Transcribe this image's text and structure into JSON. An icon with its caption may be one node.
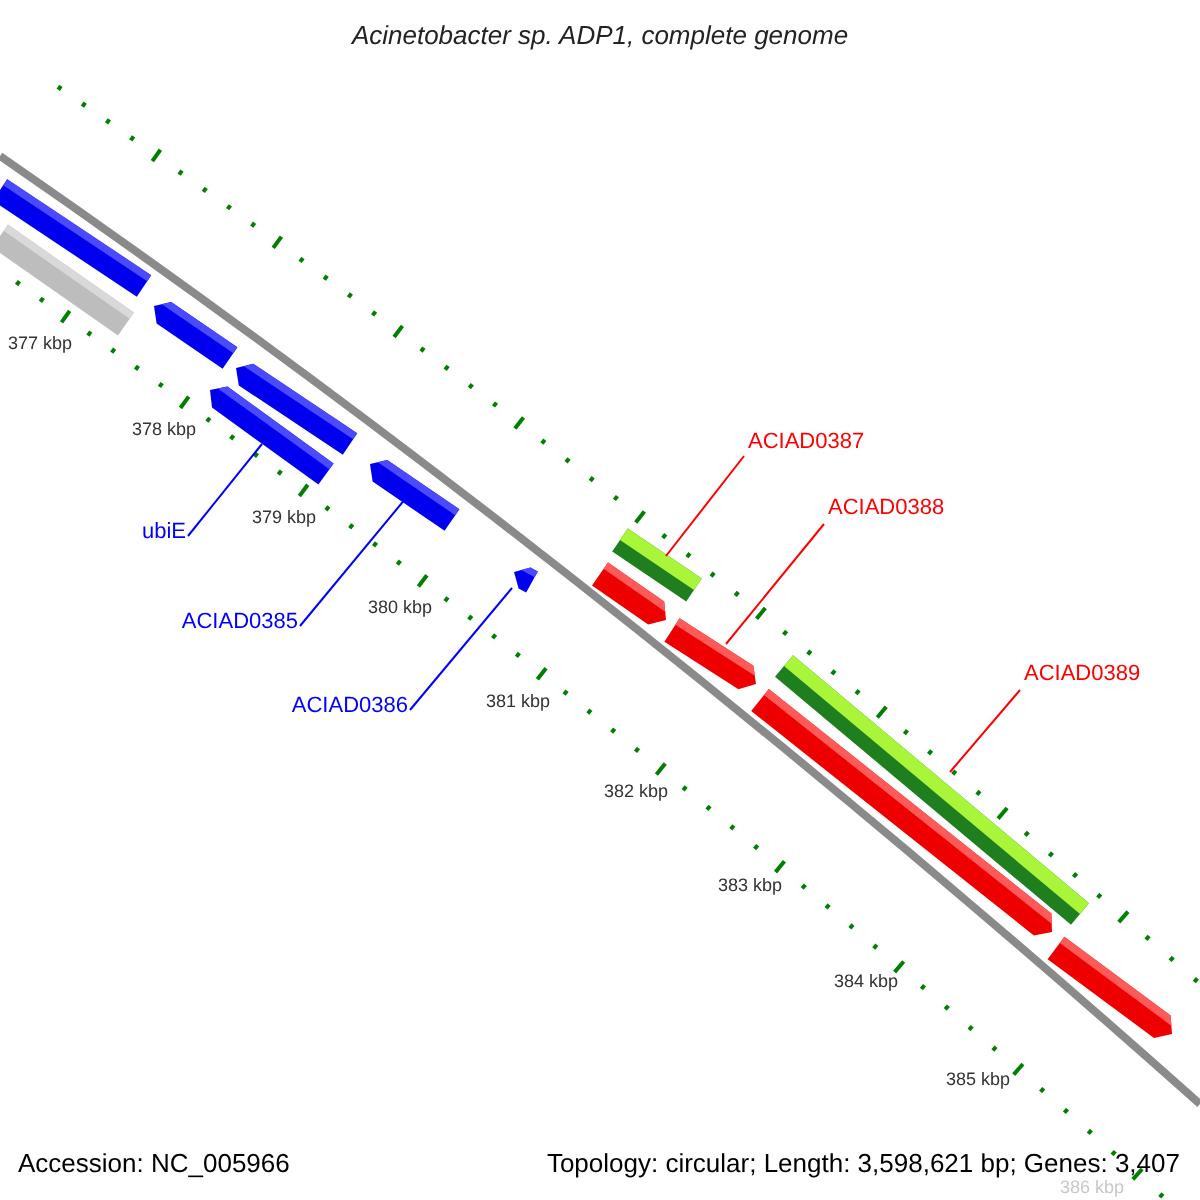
{
  "diagram": {
    "title": "Acinetobacter sp. ADP1, complete genome",
    "nodes": [
      {
        "text": [
          "ubiE"
        ]
      },
      {
        "text": [],
        "shape": "bar"
      },
      {
        "text": [
          "ACIAD0385"
        ]
      },
      {
        "text": [],
        "shape": "bar"
      },
      {
        "text": [
          "ACIAD0386"
        ]
      },
      {
        "text": [],
        "shape": "bar"
      },
      {
        "text": [
          "ACIAD0387"
        ]
      },
      {
        "text": [],
        "shape": "bar"
      },
      {
        "text": [
          "ACIAD0388"
        ]
      },
      {
        "text": [],
        "shape": "bar"
      },
      {
        "text": [
          "ACIAD0389"
        ]
      },
      {
        "text": [],
        "shape": "bar"
      },
      {
        "text": [],
        "shape": "bar"
      },
      {
        "text": [],
        "shape": "bar"
      },
      {
        "text": [],
        "shape": "bar"
      },
      {
        "text": [],
        "shape": "bar"
      },
      {
        "text": [],
        "shape": "bar"
      },
      {
        "text": [],
        "shape": "bar"
      },
      {
        "text": [],
        "shape": "bar"
      }
    ],
    "edges": [
      {
        "from": 0,
        "to": 1,
        "arrow": "none",
        "color": "#0000ff"
      },
      {
        "from": 2,
        "to": 3,
        "arrow": "none",
        "color": "#0000ff"
      },
      {
        "from": 4,
        "to": 5,
        "arrow": "none",
        "color": "#0000ff"
      },
      {
        "from": 6,
        "to": 7,
        "arrow": "none",
        "color": "#ff0000"
      },
      {
        "from": 8,
        "to": 9,
        "arrow": "none",
        "color": "#ff0000"
      },
      {
        "from": 10,
        "to": 11,
        "arrow": "none",
        "color": "#ff0000"
      }
    ],
    "labels": [
      "377 kbp",
      "378 kbp",
      "379 kbp",
      "380 kbp",
      "381 kbp",
      "382 kbp",
      "383 kbp",
      "384 kbp",
      "385 kbp",
      "386 kbp",
      "Accession: NC_005966",
      "Topology: circular; Length: 3,598,621 bp; Genes: 3,407"
    ]
  }
}
